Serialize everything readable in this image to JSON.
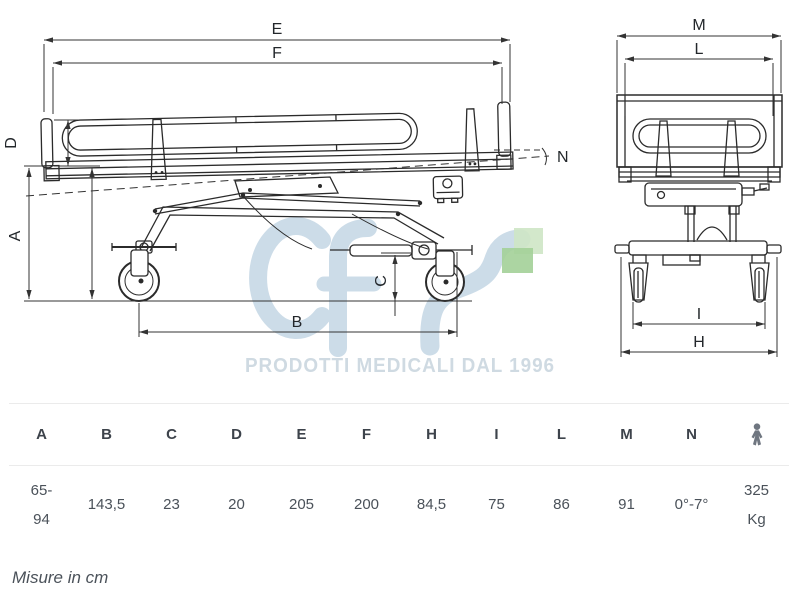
{
  "watermark": {
    "logo_text": "cfs",
    "tagline": "PRODOTTI MEDICALI DAL 1996",
    "logo_blue": "#ccdce8",
    "logo_green_bright": "#a3d098",
    "logo_green_light": "#cee5c5",
    "tagline_color": "#cfdae2"
  },
  "drawing": {
    "line_color": "#2b2b2b",
    "side_view": {
      "labels": {
        "E": "E",
        "F": "F",
        "D": "D",
        "A": "A",
        "N": "N",
        "C": "C",
        "B": "B"
      }
    },
    "end_view": {
      "labels": {
        "M": "M",
        "L": "L",
        "I": "I",
        "H": "H"
      }
    }
  },
  "table": {
    "columns": [
      {
        "key": "A",
        "value": "65-\n94"
      },
      {
        "key": "B",
        "value": "143,5"
      },
      {
        "key": "C",
        "value": "23"
      },
      {
        "key": "D",
        "value": "20"
      },
      {
        "key": "E",
        "value": "205"
      },
      {
        "key": "F",
        "value": "200"
      },
      {
        "key": "H",
        "value": "84,5"
      },
      {
        "key": "I",
        "value": "75"
      },
      {
        "key": "L",
        "value": "86"
      },
      {
        "key": "M",
        "value": "91"
      },
      {
        "key": "N",
        "value": "0°-7°"
      },
      {
        "key": "max-load",
        "icon": "person-icon",
        "value": "325\nKg"
      }
    ]
  },
  "footnote": "Misure in cm"
}
